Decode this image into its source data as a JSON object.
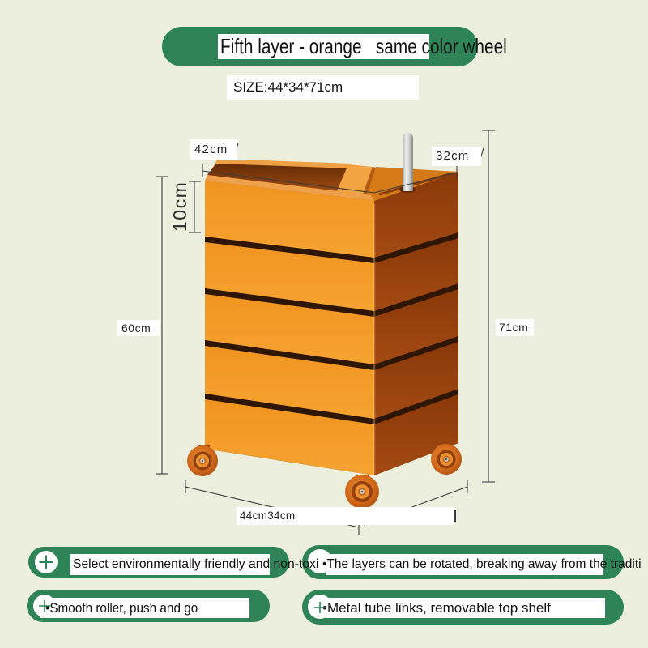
{
  "title": "Fifth layer - orange   same color wheel",
  "size_label": "SIZE:44*34*71cm",
  "dims": {
    "top_width": "42cm",
    "top_depth": "32cm",
    "first_layer_height": "10cm",
    "body_height": "60cm",
    "total_height": "71cm",
    "base": "44cm34cm"
  },
  "features": [
    "Select environmentally friendly and non-toxi",
    "•The layers can be rotated, breaking away from the traditi",
    "•Smooth roller, push and go",
    "•Metal tube links, removable top shelf"
  ],
  "colors": {
    "background": "#ecefde",
    "accent_green": "#2e8456",
    "drawer_front_orange": "#f29226",
    "drawer_side_orange": "#9c4212"
  }
}
